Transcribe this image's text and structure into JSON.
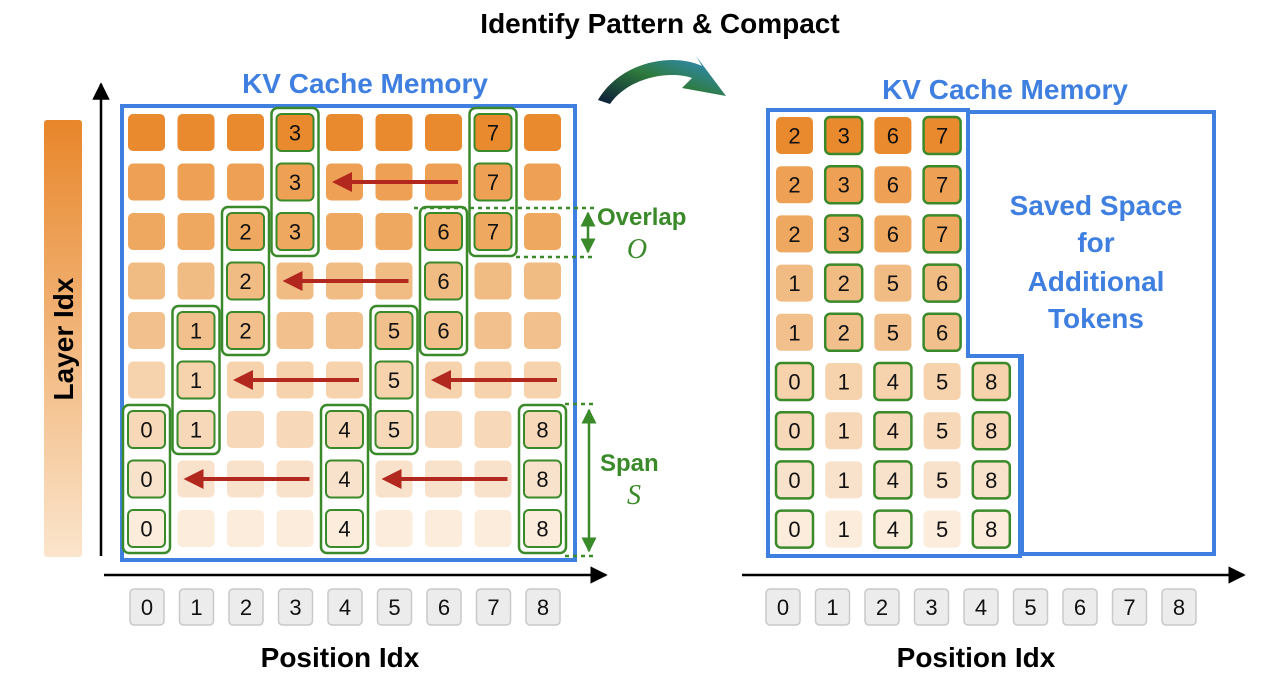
{
  "title": "Identify Pattern & Compact",
  "left_panel": {
    "memory_label": "KV Cache Memory",
    "y_axis_label": "Layer Idx",
    "x_axis_label": "Position Idx",
    "position_ticks": [
      "0",
      "1",
      "2",
      "3",
      "4",
      "5",
      "6",
      "7",
      "8"
    ],
    "overlap_label": "Overlap",
    "overlap_symbol": "O",
    "span_label": "Span",
    "span_symbol": "S",
    "grid": {
      "rows": 9,
      "cols": 9,
      "labeled_cells": [
        {
          "row": 0,
          "col": 3,
          "label": "3"
        },
        {
          "row": 0,
          "col": 7,
          "label": "7"
        },
        {
          "row": 1,
          "col": 3,
          "label": "3"
        },
        {
          "row": 1,
          "col": 7,
          "label": "7"
        },
        {
          "row": 2,
          "col": 2,
          "label": "2"
        },
        {
          "row": 2,
          "col": 3,
          "label": "3"
        },
        {
          "row": 2,
          "col": 6,
          "label": "6"
        },
        {
          "row": 2,
          "col": 7,
          "label": "7"
        },
        {
          "row": 3,
          "col": 2,
          "label": "2"
        },
        {
          "row": 3,
          "col": 6,
          "label": "6"
        },
        {
          "row": 4,
          "col": 1,
          "label": "1"
        },
        {
          "row": 4,
          "col": 2,
          "label": "2"
        },
        {
          "row": 4,
          "col": 5,
          "label": "5"
        },
        {
          "row": 4,
          "col": 6,
          "label": "6"
        },
        {
          "row": 5,
          "col": 1,
          "label": "1"
        },
        {
          "row": 5,
          "col": 5,
          "label": "5"
        },
        {
          "row": 6,
          "col": 0,
          "label": "0"
        },
        {
          "row": 6,
          "col": 1,
          "label": "1"
        },
        {
          "row": 6,
          "col": 4,
          "label": "4"
        },
        {
          "row": 6,
          "col": 5,
          "label": "5"
        },
        {
          "row": 6,
          "col": 8,
          "label": "8"
        },
        {
          "row": 7,
          "col": 0,
          "label": "0"
        },
        {
          "row": 7,
          "col": 4,
          "label": "4"
        },
        {
          "row": 7,
          "col": 8,
          "label": "8"
        },
        {
          "row": 8,
          "col": 0,
          "label": "0"
        },
        {
          "row": 8,
          "col": 4,
          "label": "4"
        },
        {
          "row": 8,
          "col": 8,
          "label": "8"
        }
      ],
      "group_boxes": [
        {
          "col": 0,
          "row_start": 6,
          "row_end": 8
        },
        {
          "col": 1,
          "row_start": 4,
          "row_end": 6
        },
        {
          "col": 2,
          "row_start": 2,
          "row_end": 4
        },
        {
          "col": 3,
          "row_start": 0,
          "row_end": 2
        },
        {
          "col": 4,
          "row_start": 6,
          "row_end": 8
        },
        {
          "col": 5,
          "row_start": 4,
          "row_end": 6
        },
        {
          "col": 6,
          "row_start": 2,
          "row_end": 4
        },
        {
          "col": 7,
          "row_start": 0,
          "row_end": 2
        },
        {
          "col": 8,
          "row_start": 6,
          "row_end": 8
        }
      ],
      "shift_arrows": [
        {
          "row": 1,
          "from_col": 6,
          "to_col": 4
        },
        {
          "row": 3,
          "from_col": 5,
          "to_col": 3
        },
        {
          "row": 5,
          "from_col": 4,
          "to_col": 2
        },
        {
          "row": 5,
          "from_col": 8,
          "to_col": 6
        },
        {
          "row": 7,
          "from_col": 3,
          "to_col": 1
        },
        {
          "row": 7,
          "from_col": 7,
          "to_col": 5
        }
      ]
    }
  },
  "right_panel": {
    "memory_label": "KV Cache Memory",
    "x_axis_label": "Position Idx",
    "position_ticks": [
      "0",
      "1",
      "2",
      "3",
      "4",
      "5",
      "6",
      "7",
      "8"
    ],
    "saved_space_lines": [
      "Saved Space",
      "for",
      "Additional",
      "Tokens"
    ],
    "rows": [
      [
        "2",
        "3",
        "6",
        "7"
      ],
      [
        "2",
        "3",
        "6",
        "7"
      ],
      [
        "2",
        "3",
        "6",
        "7"
      ],
      [
        "1",
        "2",
        "5",
        "6"
      ],
      [
        "1",
        "2",
        "5",
        "6"
      ],
      [
        "0",
        "1",
        "4",
        "5",
        "8"
      ],
      [
        "0",
        "1",
        "4",
        "5",
        "8"
      ],
      [
        "0",
        "1",
        "4",
        "5",
        "8"
      ],
      [
        "0",
        "1",
        "4",
        "5",
        "8"
      ]
    ],
    "outlined_cols_by_row": [
      [
        1,
        3
      ],
      [
        1,
        3
      ],
      [
        1,
        3
      ],
      [
        1,
        3
      ],
      [
        1,
        3
      ],
      [
        0,
        2,
        4
      ],
      [
        0,
        2,
        4
      ],
      [
        0,
        2,
        4
      ],
      [
        0,
        2,
        4
      ]
    ]
  },
  "colors": {
    "memory_blue": "#3f7fe0",
    "group_green": "#3a8a2a",
    "arrow_red": "#b3281e",
    "row_fills": [
      "#e98a2f",
      "#eea054",
      "#efa85f",
      "#f1bc84",
      "#f1c08c",
      "#f6d3ad",
      "#f7d8b8",
      "#f9e2cb",
      "#fbecdc"
    ]
  }
}
